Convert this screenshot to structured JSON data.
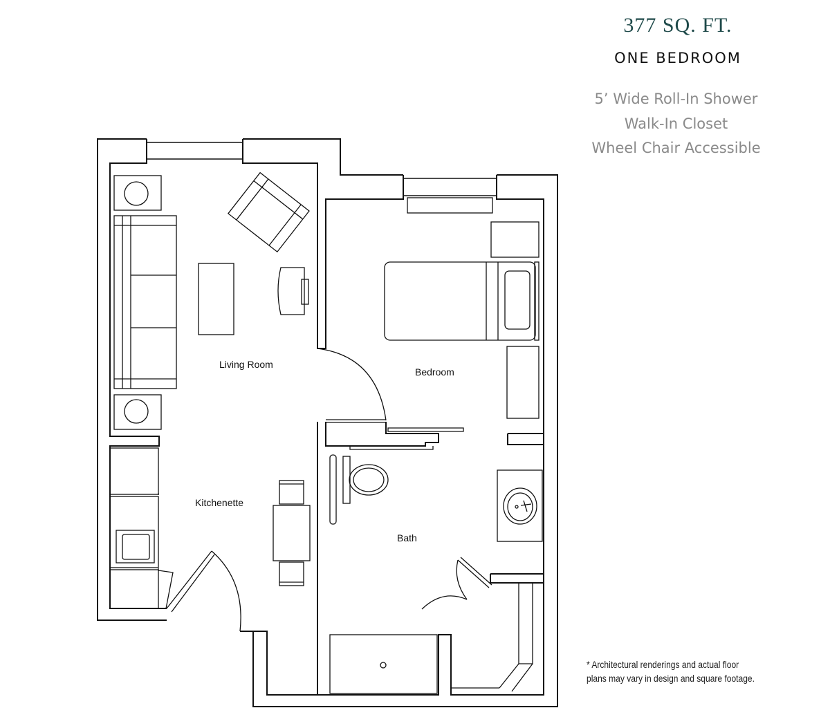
{
  "header": {
    "sqft": "377 SQ. FT.",
    "unit_type": "ONE BEDROOM"
  },
  "features": [
    "5’ Wide Roll-In Shower",
    "Walk-In Closet",
    "Wheel Chair Accessible"
  ],
  "rooms": {
    "living_room": "Living Room",
    "bedroom": "Bedroom",
    "kitchenette": "Kitchenette",
    "bath": "Bath"
  },
  "footnote": {
    "line1": "* Architectural renderings and actual floor",
    "line2": "plans may vary in design and square footage."
  }
}
